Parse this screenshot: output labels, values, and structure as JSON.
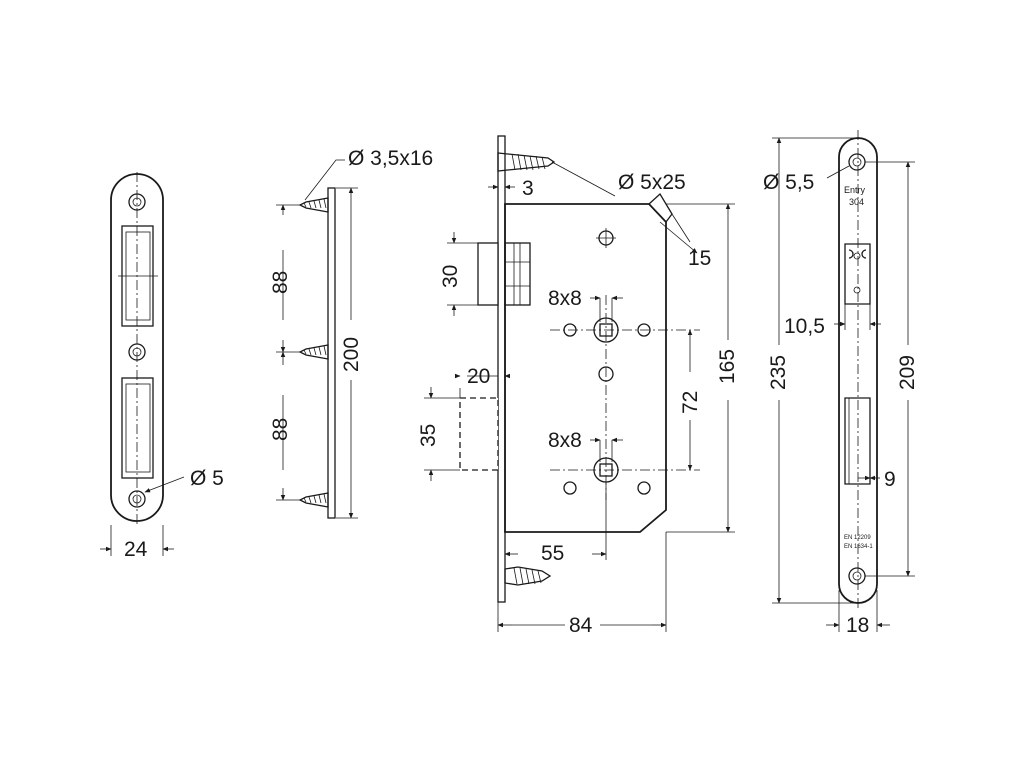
{
  "faceplate": {
    "hole_dia": "Ø 5",
    "width": "24"
  },
  "screw_plate": {
    "screw_spec": "Ø 3,5x16",
    "upper_spacing": "88",
    "lower_spacing": "88",
    "length": "200"
  },
  "lock_body": {
    "face_thickness": "3",
    "screw_spec": "Ø 5x25",
    "angle_tip": "15",
    "latch_height": "30",
    "bolt_offset": "20",
    "bolt_height": "35",
    "upper_square": "8x8",
    "lower_square": "8x8",
    "spindle_distance": "72",
    "body_height": "165",
    "backset": "55",
    "body_depth": "84"
  },
  "strike_plate": {
    "hole_dia": "Ø 5,5",
    "brand": "Entry",
    "material": "304",
    "slot_width": "10,5",
    "height": "235",
    "hole_spacing": "209",
    "slot_depth": "9",
    "standard_1": "EN 12209",
    "standard_2": "EN 1634-1",
    "width": "18"
  }
}
